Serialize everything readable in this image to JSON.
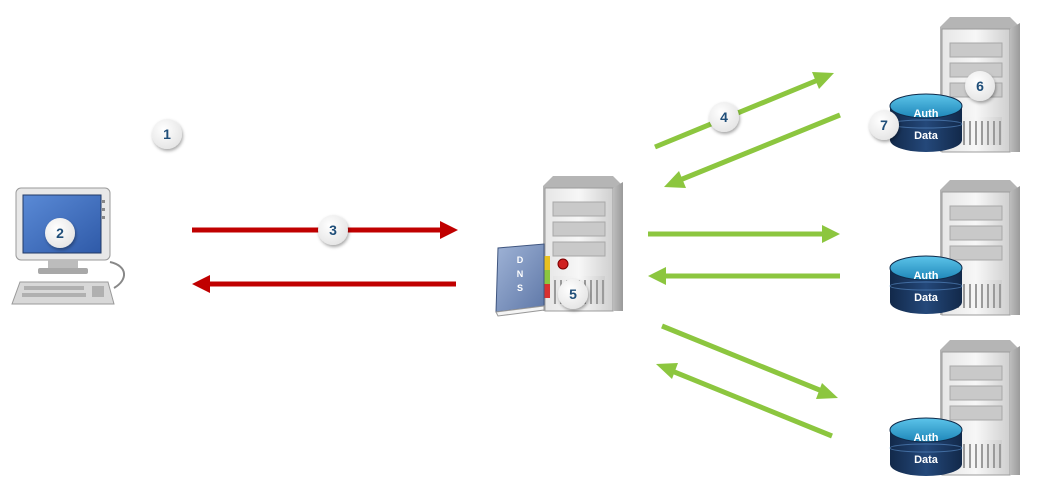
{
  "colors": {
    "red_arrow": "#c00000",
    "green_arrow": "#8cc63f",
    "badge_text": "#1f4e79",
    "db_body": "#1b3a63",
    "db_top": "#2ea0d0",
    "monitor_screen": "#3f6fc0"
  },
  "icons": [
    "computer-icon",
    "dns-server-icon",
    "dns-book-icon",
    "auth-server-icon",
    "database-icon"
  ],
  "steps": {
    "s1": "1",
    "s2": "2",
    "s3": "3",
    "s4": "4",
    "s5": "5",
    "s6": "6",
    "s7": "7"
  },
  "dns_book": {
    "d": "D",
    "n": "N",
    "s": "S"
  },
  "databases": [
    {
      "top": "Auth",
      "bottom": "Data"
    },
    {
      "top": "Auth",
      "bottom": "Data"
    },
    {
      "top": "Auth",
      "bottom": "Data"
    }
  ]
}
